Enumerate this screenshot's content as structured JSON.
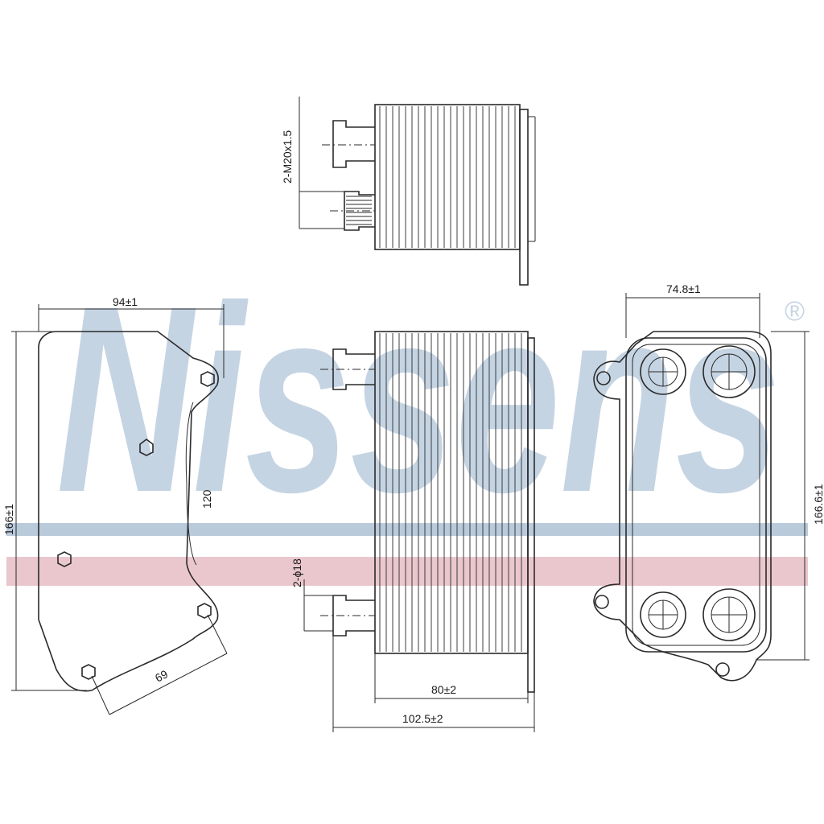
{
  "watermark": {
    "brand": "Nissens",
    "registered": "®",
    "band_colors": {
      "blue": "#b9cadb",
      "red": "#eac7cd",
      "text": "#c5d4e3"
    }
  },
  "dimensions": {
    "left_width": "94±1",
    "left_height": "166±1",
    "left_angle": "120",
    "left_diag": "69",
    "top_thread": "2-M20x1.5",
    "center_pipe": "2-ϕ18",
    "center_body": "80±2",
    "center_total": "102.5±2",
    "right_width": "74.8±1",
    "right_height": "166.6±1"
  }
}
